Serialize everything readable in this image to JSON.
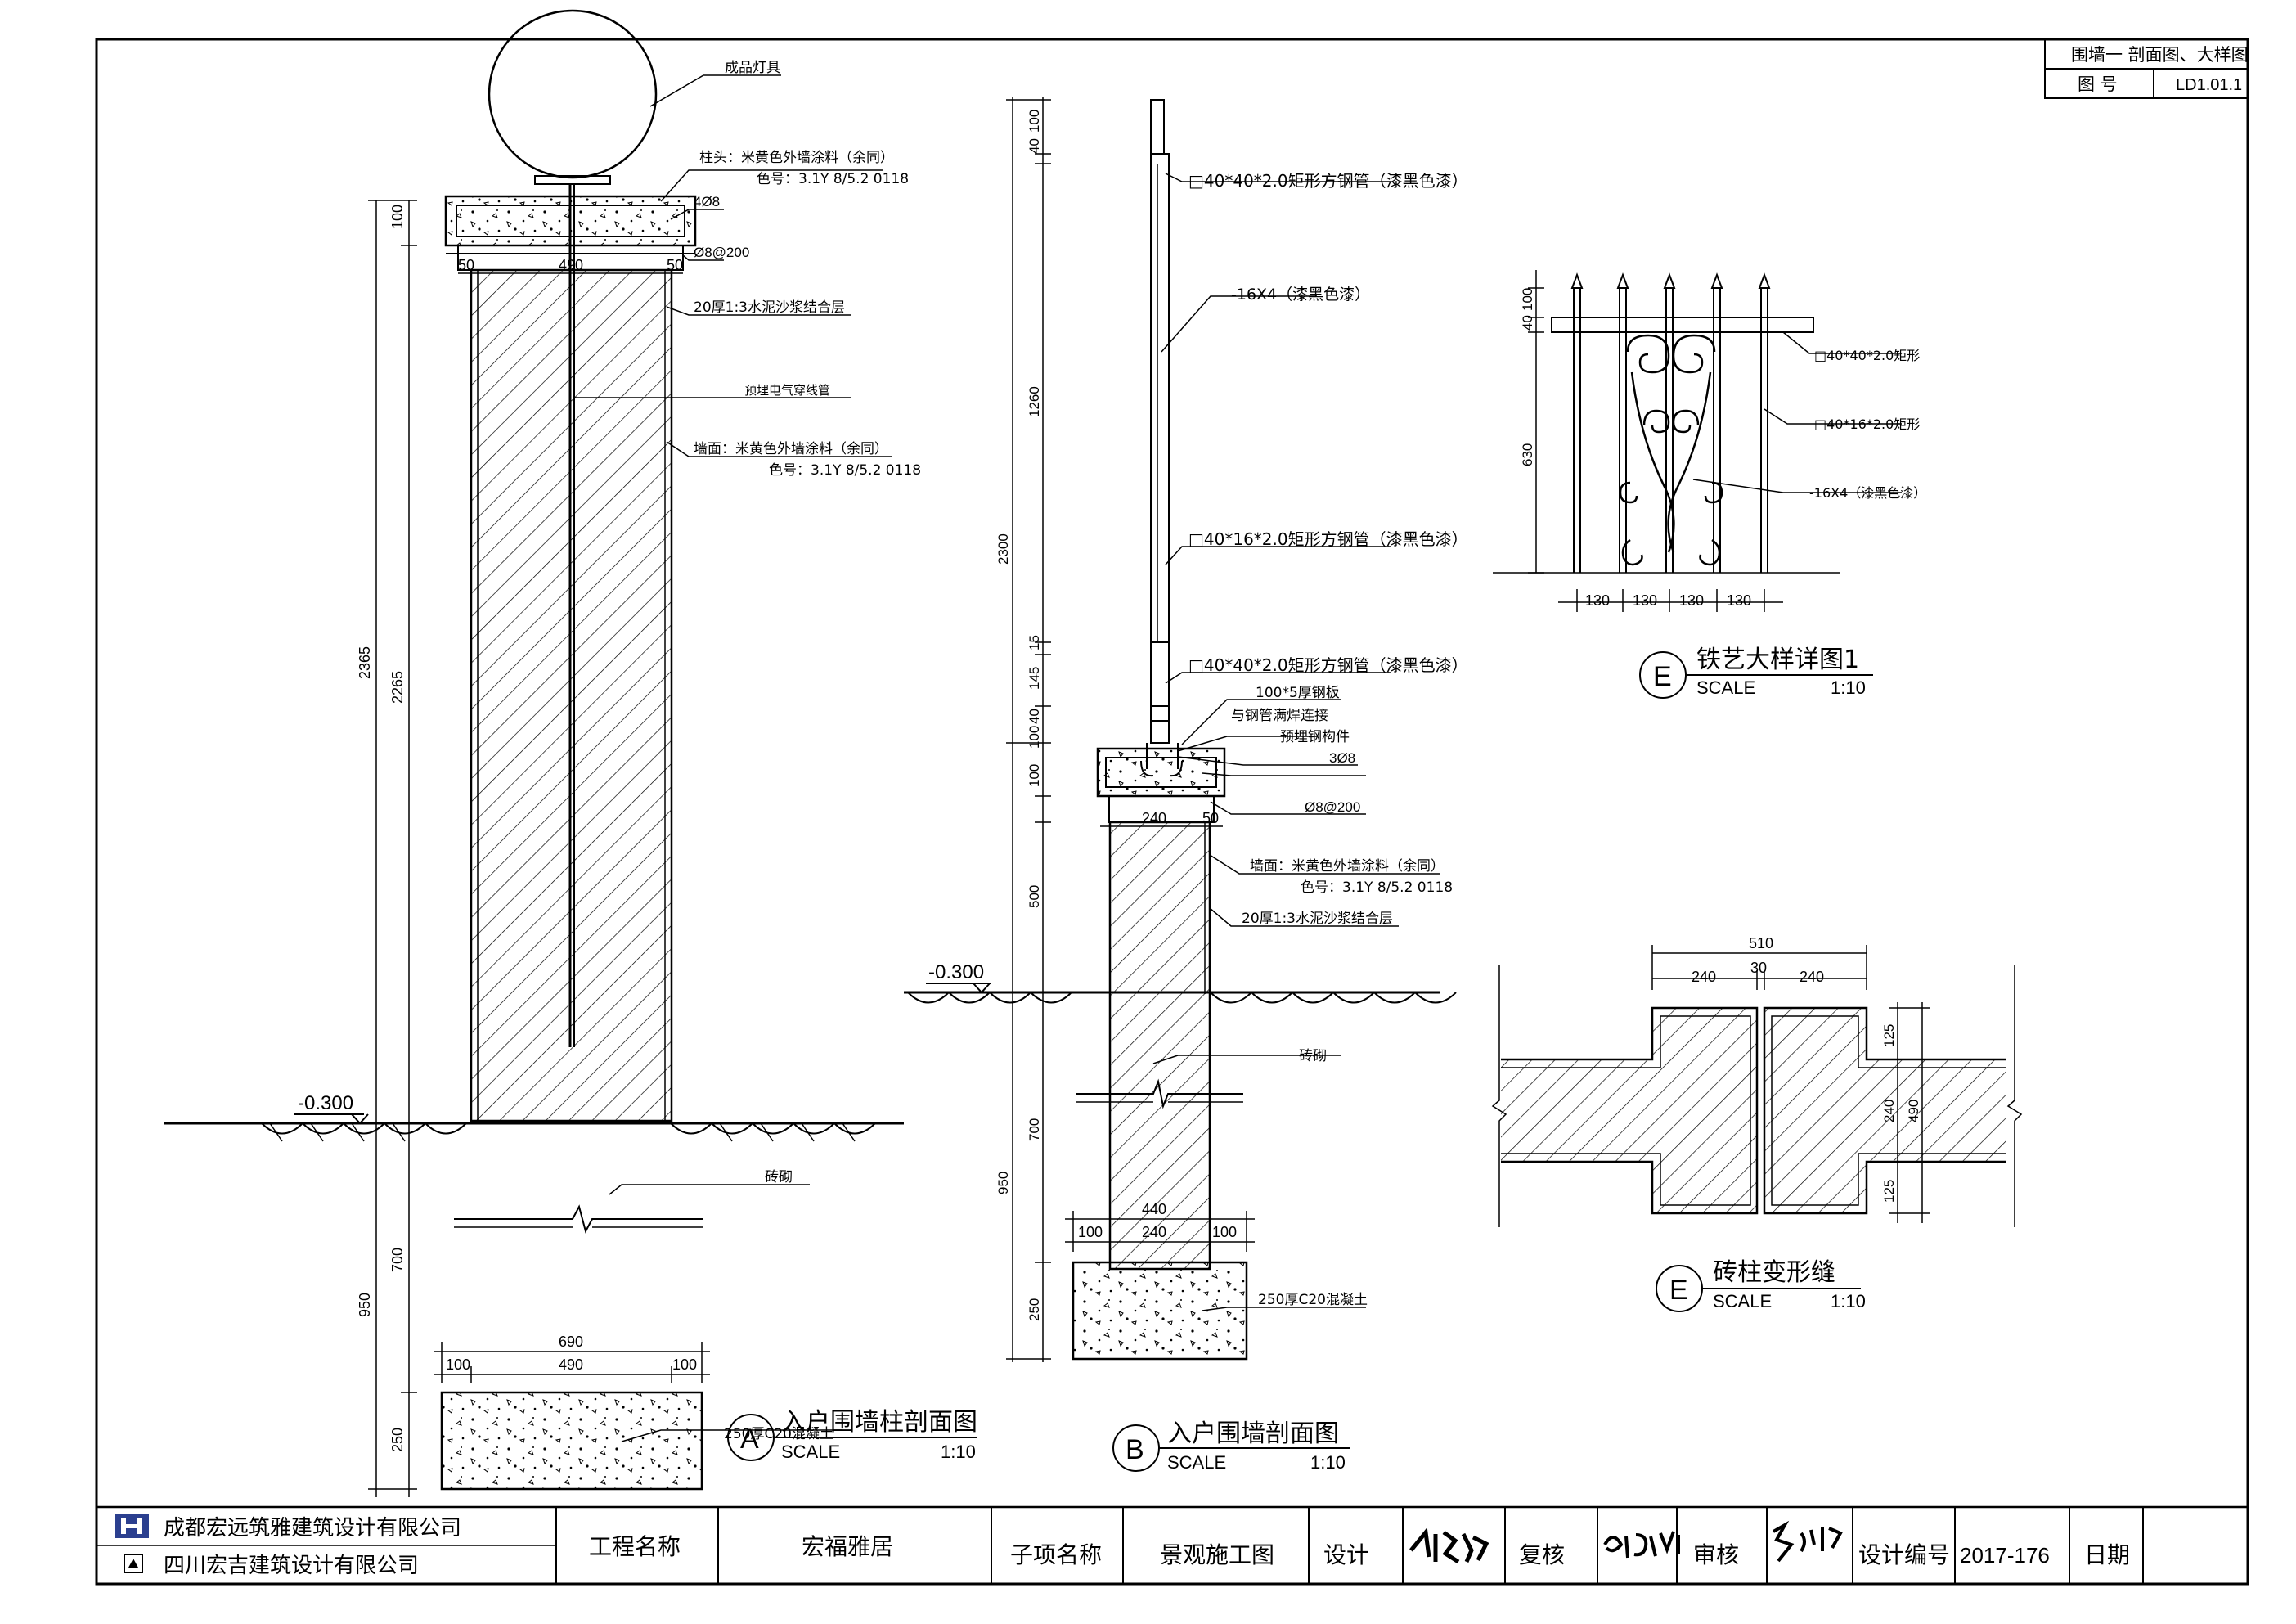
{
  "title_block": {
    "drawing_title": "围墙一 剖面图、大样图",
    "drawing_no_label": "图 号",
    "drawing_no": "LD1.01.1"
  },
  "footer": {
    "company1": "成都宏远筑雅建筑设计有限公司",
    "company2": "四川宏吉建筑设计有限公司",
    "project_label": "工程名称",
    "project_value": "宏福雅居",
    "subitem_label": "子项名称",
    "subitem_value": "景观施工图",
    "design_label": "设计",
    "check_label": "复核",
    "review_label": "审核",
    "code_label": "设计编号",
    "code_value": "2017-176",
    "date_label": "日期"
  },
  "detail_a": {
    "marker": "A",
    "title": "入户围墙柱剖面图",
    "scale_label": "SCALE",
    "scale": "1:10",
    "notes": {
      "lamp": "成品灯具",
      "cap1": "柱头：米黄色外墙涂料（余同）",
      "cap2": "色号：3.1Y 8/5.2 0118",
      "rebar1": "4Ø8",
      "rebar2": "Ø8@200",
      "mortar": "20厚1:3水泥沙浆结合层",
      "conduit": "预埋电气穿线管",
      "wall1": "墙面：米黄色外墙涂料（余同）",
      "wall2": "色号：3.1Y 8/5.2 0118",
      "brick": "砖砌",
      "concrete": "250厚C20混凝土"
    },
    "level": "-0.300",
    "dims": {
      "d100": "100",
      "d2265": "2265",
      "d2365": "2365",
      "d700": "700",
      "d950": "950",
      "d250": "250",
      "w50a": "50",
      "w490": "490",
      "w50b": "50",
      "b690": "690",
      "b100a": "100",
      "b490": "490",
      "b100b": "100"
    }
  },
  "detail_b": {
    "marker": "B",
    "title": "入户围墙剖面图",
    "scale_label": "SCALE",
    "scale": "1:10",
    "notes": {
      "tube_top": "□40*40*2.0矩形方钢管（漆黑色漆）",
      "flat": "-16X4（漆黑色漆）",
      "tube_mid": "□40*16*2.0矩形方钢管（漆黑色漆）",
      "tube_bot": "□40*40*2.0矩形方钢管（漆黑色漆）",
      "plate": "100*5厚钢板",
      "weld": "与钢管满焊连接",
      "embed": "预埋钢构件",
      "rebar1": "3Ø8",
      "rebar2": "Ø8@200",
      "wall1": "墙面：米黄色外墙涂料（余同）",
      "wall2": "色号：3.1Y 8/5.2 0118",
      "mortar": "20厚1:3水泥沙浆结合层",
      "brick": "砖砌",
      "concrete": "250厚C20混凝土"
    },
    "level": "-0.300",
    "dims": {
      "v100a": "100",
      "v40a": "40",
      "v1260": "1260",
      "v2300": "2300",
      "v15": "15",
      "v145": "145",
      "v40b": "40",
      "v100b": "100",
      "v100c": "100",
      "v500": "500",
      "v700": "700",
      "v950": "950",
      "v250": "250",
      "w240": "240",
      "w50": "50",
      "b440": "440",
      "b100a": "100",
      "b240": "240",
      "b100b": "100"
    }
  },
  "detail_e1": {
    "marker": "E",
    "title": "铁艺大样详图1",
    "scale_label": "SCALE",
    "scale": "1:10",
    "notes": {
      "n1": "□40*40*2.0矩形",
      "n2": "□40*16*2.0矩形",
      "n3": "-16X4（漆黑色漆）"
    },
    "dims": {
      "v100": "100",
      "v40": "40",
      "v630": "630",
      "h1": "130",
      "h2": "130",
      "h3": "130",
      "h4": "130"
    }
  },
  "detail_e2": {
    "marker": "E",
    "title": "砖柱变形缝",
    "scale_label": "SCALE",
    "scale": "1:10",
    "dims": {
      "t510": "510",
      "t240a": "240",
      "t30": "30",
      "t240b": "240",
      "r125a": "125",
      "r240": "240",
      "r490": "490",
      "r125b": "125"
    }
  }
}
